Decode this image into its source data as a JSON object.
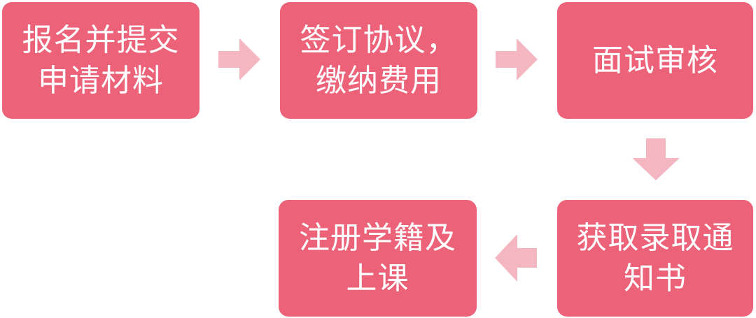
{
  "flow": {
    "steps": [
      {
        "label": "报名并提交\n申请材料"
      },
      {
        "label": "签订协议，\n缴纳费用"
      },
      {
        "label": "面试审核"
      },
      {
        "label": "获取录取通\n知书"
      },
      {
        "label": "注册学籍及\n上课"
      }
    ]
  },
  "colors": {
    "box": "#ec6279",
    "arrow": "#f4b6c0",
    "text": "#ffffff"
  }
}
